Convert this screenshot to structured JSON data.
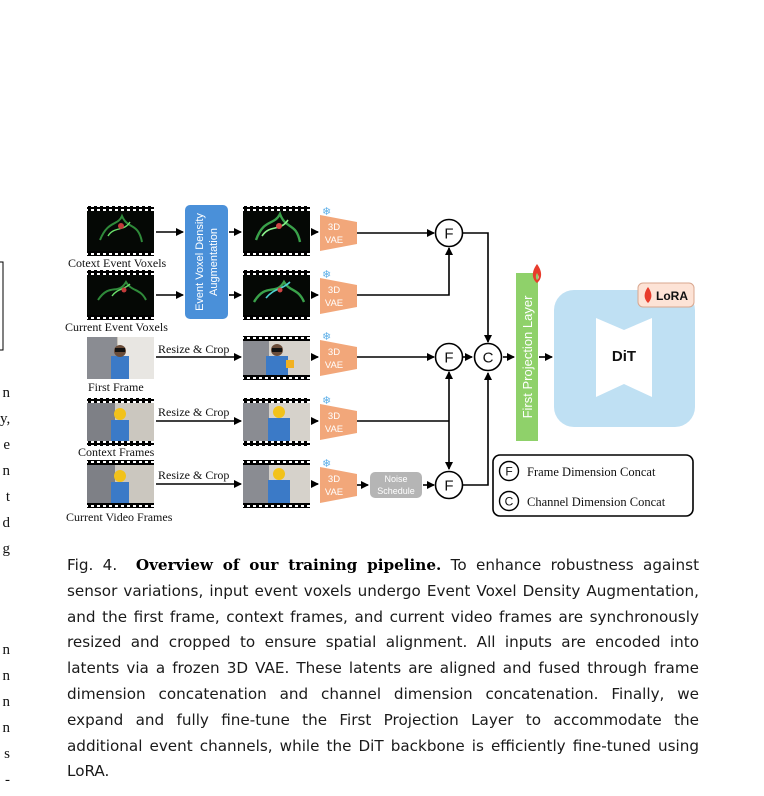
{
  "figure": {
    "inputs": {
      "context_event_voxels": "Cotext Event Voxels",
      "current_event_voxels": "Current Event Voxels",
      "first_frame": "First Frame",
      "context_frames": "Context Frames",
      "current_video_frames": "Current Video Frames"
    },
    "augmentation_label": "Event Voxel Density Augmentation",
    "resize_crop": "Resize & Crop",
    "vae_line1": "3D",
    "vae_line2": "VAE",
    "noise_line1": "Noise",
    "noise_line2": "Schedule",
    "frame_concat_symbol": "F",
    "channel_concat_symbol": "C",
    "projection_label": "First Projection Layer",
    "dit_label": "DiT",
    "lora_label": "LoRA",
    "legend": {
      "frame_concat": "Frame Dimension Concat",
      "channel_concat": "Channel Dimension Concat"
    }
  },
  "caption": {
    "prefix": "Fig. 4.",
    "title": "Overview of our training pipeline.",
    "body": "To enhance robustness against sensor variations, input event voxels undergo Event Voxel Density Augmentation, and the first frame, context frames, and current video frames are synchronously resized and cropped to ensure spatial alignment. All inputs are encoded into latents via a frozen 3D VAE. These latents are aligned and fused through frame dimension concatenation and channel dimension concatenation. Finally, we expand and fully fine-tune the First Projection Layer to accommodate the additional event channels, while the DiT backbone is efficiently fine-tuned using LoRA."
  },
  "left_margin_fragments": [
    "n",
    "y,",
    "e",
    "n",
    "t",
    "d",
    "g",
    "n",
    "n",
    "n",
    "n",
    "s",
    "-"
  ],
  "colors": {
    "augmentation": "#4a90d9",
    "vae": "#f2a77a",
    "projection": "#8fd16a",
    "dit_panel": "#bfe0f3",
    "lora_badge": "#fde3d6",
    "noise": "#b5b5b5"
  }
}
